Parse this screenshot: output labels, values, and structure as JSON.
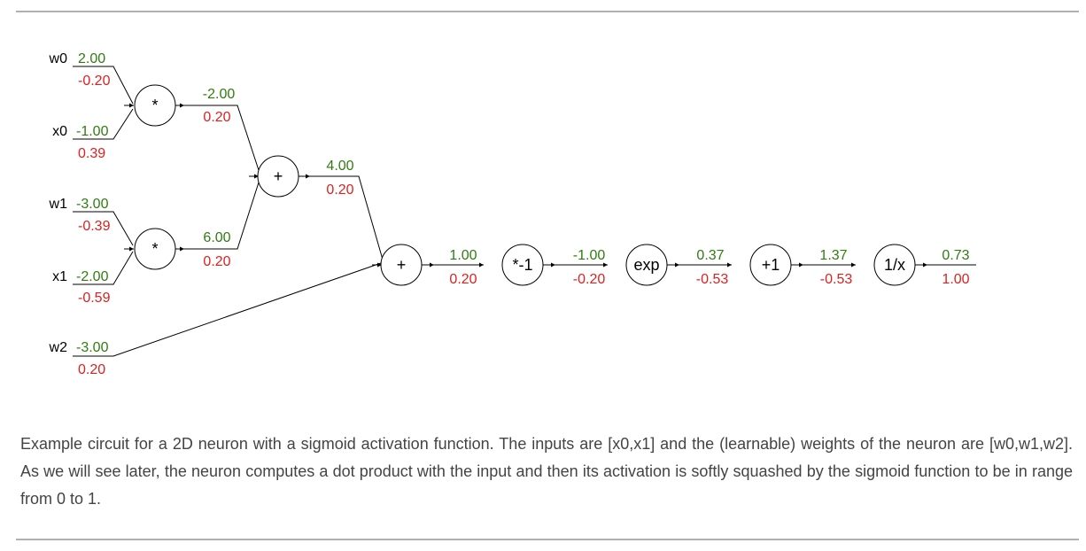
{
  "colors": {
    "forward": "#2e7d10",
    "backward": "#e02020",
    "stroke": "#000000",
    "caption": "#444444",
    "rule": "#b0b0b0"
  },
  "inputs": [
    {
      "id": "w0",
      "name": "w0",
      "value": "2.00",
      "grad": "-0.20"
    },
    {
      "id": "x0",
      "name": "x0",
      "value": "-1.00",
      "grad": "0.39"
    },
    {
      "id": "w1",
      "name": "w1",
      "value": "-3.00",
      "grad": "-0.39"
    },
    {
      "id": "x1",
      "name": "x1",
      "value": "-2.00",
      "grad": "-0.59"
    },
    {
      "id": "w2",
      "name": "w2",
      "value": "-3.00",
      "grad": "0.20"
    }
  ],
  "gates": [
    {
      "id": "mul0",
      "label": "*"
    },
    {
      "id": "mul1",
      "label": "*"
    },
    {
      "id": "add0",
      "label": "+"
    },
    {
      "id": "add1",
      "label": "+"
    },
    {
      "id": "neg",
      "label": "*-1"
    },
    {
      "id": "exp",
      "label": "exp"
    },
    {
      "id": "plus1",
      "label": "+1"
    },
    {
      "id": "recip",
      "label": "1/x"
    }
  ],
  "wires": [
    {
      "id": "mul0",
      "value": "-2.00",
      "grad": "0.20"
    },
    {
      "id": "mul1",
      "value": "6.00",
      "grad": "0.20"
    },
    {
      "id": "add0",
      "value": "4.00",
      "grad": "0.20"
    },
    {
      "id": "add1",
      "value": "1.00",
      "grad": "0.20"
    },
    {
      "id": "neg",
      "value": "-1.00",
      "grad": "-0.20"
    },
    {
      "id": "exp",
      "value": "0.37",
      "grad": "-0.53"
    },
    {
      "id": "plus1",
      "value": "1.37",
      "grad": "-0.53"
    },
    {
      "id": "recip",
      "value": "0.73",
      "grad": "1.00"
    }
  ],
  "caption": "Example circuit for a 2D neuron with a sigmoid activation function. The inputs are [x0,x1] and the (learnable) weights of the neuron are [w0,w1,w2]. As we will see later, the neuron computes a dot product with the input and then its activation is softly squashed by the sigmoid function to be in range from 0 to 1."
}
